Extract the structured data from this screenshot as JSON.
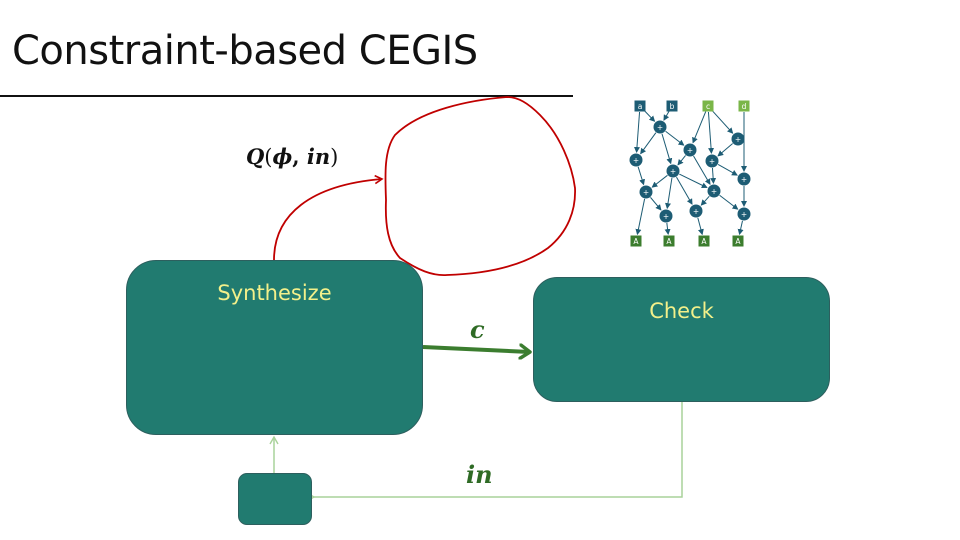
{
  "slide": {
    "title": "Constraint-based CEGIS"
  },
  "annotation": {
    "query_label": {
      "Q": "Q",
      "open": "(",
      "phi": "ϕ",
      "comma": ", ",
      "in": "in",
      "close": ")"
    },
    "ink_color": "#c00000"
  },
  "boxes": {
    "synthesize": {
      "label": "Synthesize"
    },
    "check": {
      "label": "Check"
    },
    "input_store": {
      "label": ""
    }
  },
  "edges": {
    "candidate": {
      "label": "c"
    },
    "counterexample": {
      "label": "in"
    }
  },
  "colors": {
    "box_fill": "#217b70",
    "box_label": "#f3f08a",
    "candidate_arrow": "#3b7d2f",
    "feedback_arrow": "#a9d29a",
    "graph_node": "#1d5c74",
    "graph_input_dark": "#1d5c74",
    "graph_input_light": "#7ab648",
    "graph_output": "#3c7d2e"
  },
  "graph": {
    "inputs": [
      {
        "id": "a",
        "label": "a",
        "style": "dark"
      },
      {
        "id": "b",
        "label": "b",
        "style": "dark"
      },
      {
        "id": "c",
        "label": "c",
        "style": "light"
      },
      {
        "id": "d",
        "label": "d",
        "style": "light"
      }
    ],
    "ops": [
      {
        "id": "p1",
        "label": "+"
      },
      {
        "id": "p2",
        "label": "+"
      },
      {
        "id": "p3",
        "label": "+"
      },
      {
        "id": "p4",
        "label": "+"
      },
      {
        "id": "p5",
        "label": "+"
      },
      {
        "id": "p6",
        "label": "+"
      },
      {
        "id": "p7",
        "label": "+"
      },
      {
        "id": "p8",
        "label": "+"
      },
      {
        "id": "p9",
        "label": "+"
      },
      {
        "id": "p10",
        "label": "+"
      },
      {
        "id": "p11",
        "label": "+"
      },
      {
        "id": "p12",
        "label": "+"
      }
    ],
    "outputs": [
      {
        "id": "o1",
        "label": "A"
      },
      {
        "id": "o2",
        "label": "A"
      },
      {
        "id": "o3",
        "label": "A"
      },
      {
        "id": "o4",
        "label": "A"
      }
    ],
    "edges": [
      [
        "a",
        "p1"
      ],
      [
        "a",
        "p2"
      ],
      [
        "b",
        "p1"
      ],
      [
        "p1",
        "p2"
      ],
      [
        "p1",
        "p3"
      ],
      [
        "p1",
        "p4"
      ],
      [
        "c",
        "p3"
      ],
      [
        "c",
        "p6"
      ],
      [
        "c",
        "p5"
      ],
      [
        "d",
        "p7"
      ],
      [
        "p5",
        "p6"
      ],
      [
        "p3",
        "p4"
      ],
      [
        "p3",
        "p9"
      ],
      [
        "p6",
        "p7"
      ],
      [
        "p6",
        "p9"
      ],
      [
        "p2",
        "p8"
      ],
      [
        "p4",
        "p8"
      ],
      [
        "p4",
        "p11"
      ],
      [
        "p4",
        "p10"
      ],
      [
        "p4",
        "p9"
      ],
      [
        "p8",
        "p11"
      ],
      [
        "p8",
        "o1"
      ],
      [
        "p9",
        "p10"
      ],
      [
        "p9",
        "p12"
      ],
      [
        "p7",
        "p12"
      ],
      [
        "p11",
        "o2"
      ],
      [
        "p10",
        "o3"
      ],
      [
        "p12",
        "o4"
      ]
    ]
  }
}
